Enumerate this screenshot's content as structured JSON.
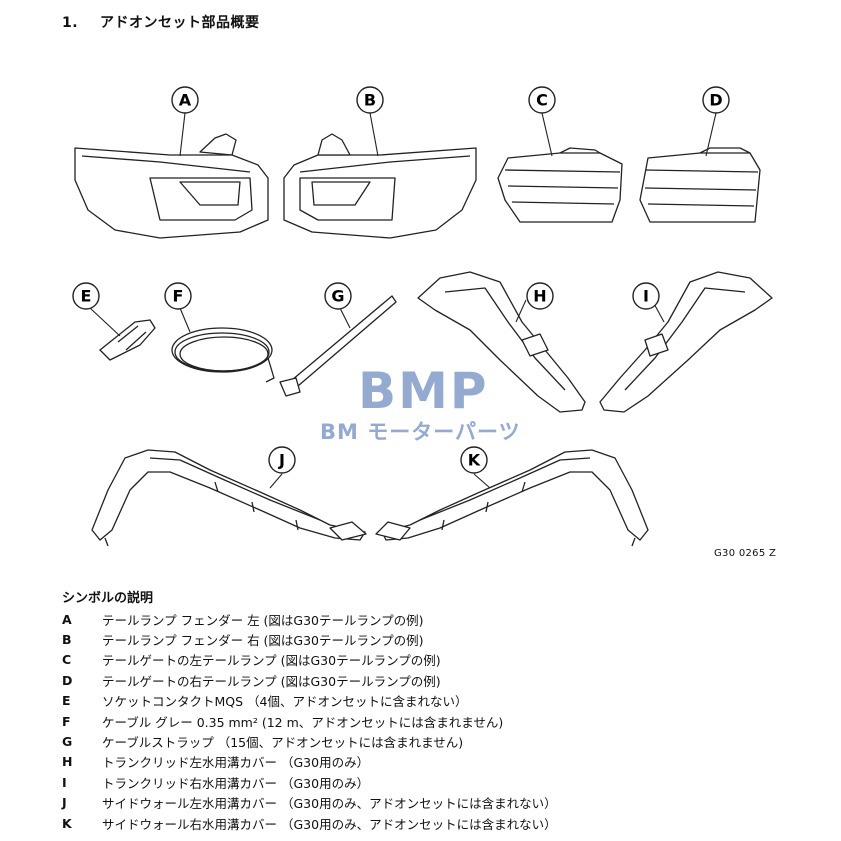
{
  "heading": {
    "number": "1.",
    "title": "アドオンセット部品概要"
  },
  "figure": {
    "callouts": [
      "A",
      "B",
      "C",
      "D",
      "E",
      "F",
      "G",
      "H",
      "I",
      "J",
      "K"
    ],
    "code": "G30 0265 Z"
  },
  "watermark": {
    "main": "BMP",
    "sub": "BM モーターパーツ"
  },
  "legend": {
    "title": "シンボルの説明",
    "items": [
      {
        "key": "A",
        "text": "テールランプ フェンダー 左 (図はG30テールランプの例)"
      },
      {
        "key": "B",
        "text": "テールランプ フェンダー 右 (図はG30テールランプの例)"
      },
      {
        "key": "C",
        "text": "テールゲートの左テールランプ (図はG30テールランプの例)"
      },
      {
        "key": "D",
        "text": "テールゲートの右テールランプ (図はG30テールランプの例)"
      },
      {
        "key": "E",
        "text": "ソケットコンタクトMQS （4個、アドオンセットに含まれない）"
      },
      {
        "key": "F",
        "text": "ケーブル グレー 0.35 mm² (12 m、アドオンセットには含まれません)"
      },
      {
        "key": "G",
        "text": "ケーブルストラップ （15個、アドオンセットには含まれません)"
      },
      {
        "key": "H",
        "text": "トランクリッド左水用溝カバー （G30用のみ）"
      },
      {
        "key": "I",
        "text": "トランクリッド右水用溝カバー （G30用のみ）"
      },
      {
        "key": "J",
        "text": "サイドウォール左水用溝カバー （G30用のみ、アドオンセットには含まれない）"
      },
      {
        "key": "K",
        "text": "サイドウォール右水用溝カバー （G30用のみ、アドオンセットには含まれない）"
      }
    ]
  }
}
